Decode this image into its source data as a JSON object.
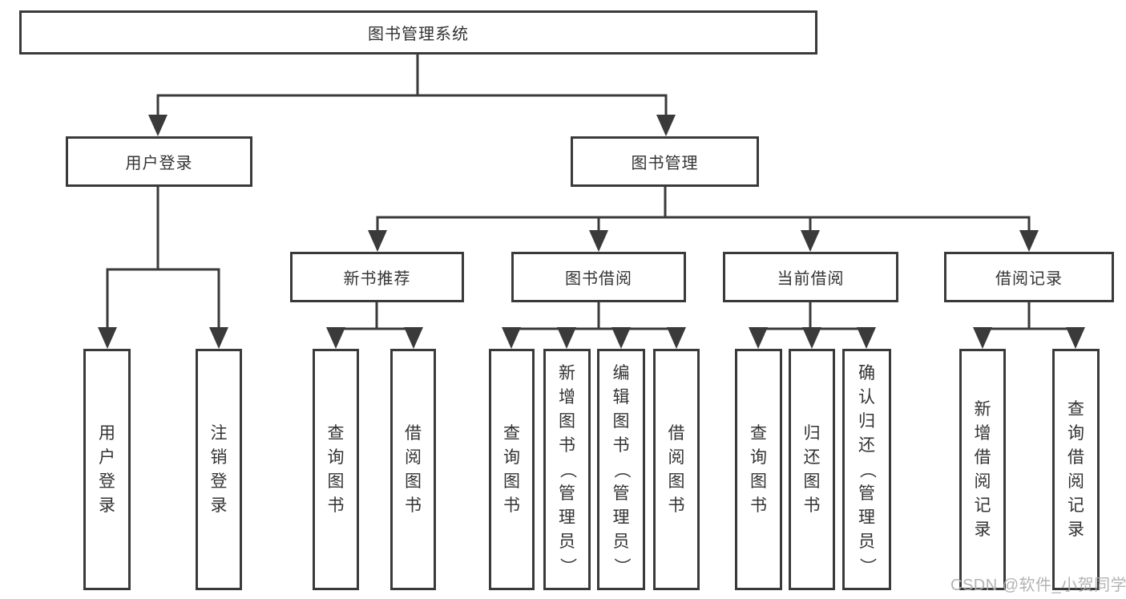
{
  "tree": {
    "root": "图书管理系统",
    "user_login": {
      "label": "用户登录",
      "children": [
        "用户登录",
        "注销登录"
      ]
    },
    "book_management": {
      "label": "图书管理"
    },
    "new_book_recommend": {
      "label": "新书推荐",
      "children": [
        "查询图书",
        "借阅图书"
      ]
    },
    "book_borrowing": {
      "label": "图书借阅",
      "children": [
        "查询图书",
        "新增图书（管理员）",
        "编辑图书（管理员）",
        "借阅图书"
      ]
    },
    "current_borrowing": {
      "label": "当前借阅",
      "children": [
        "查询图书",
        "归还图书",
        "确认归还（管理员）"
      ]
    },
    "borrowing_records": {
      "label": "借阅记录",
      "children": [
        "新增借阅记录",
        "查询借阅记录"
      ]
    }
  },
  "watermark": {
    "text": "CSDN @软件_小贺同学",
    "color": "#afafaf"
  },
  "colors": {
    "line": "#3a3a3a",
    "text": "#333333",
    "background": "#ffffff"
  }
}
